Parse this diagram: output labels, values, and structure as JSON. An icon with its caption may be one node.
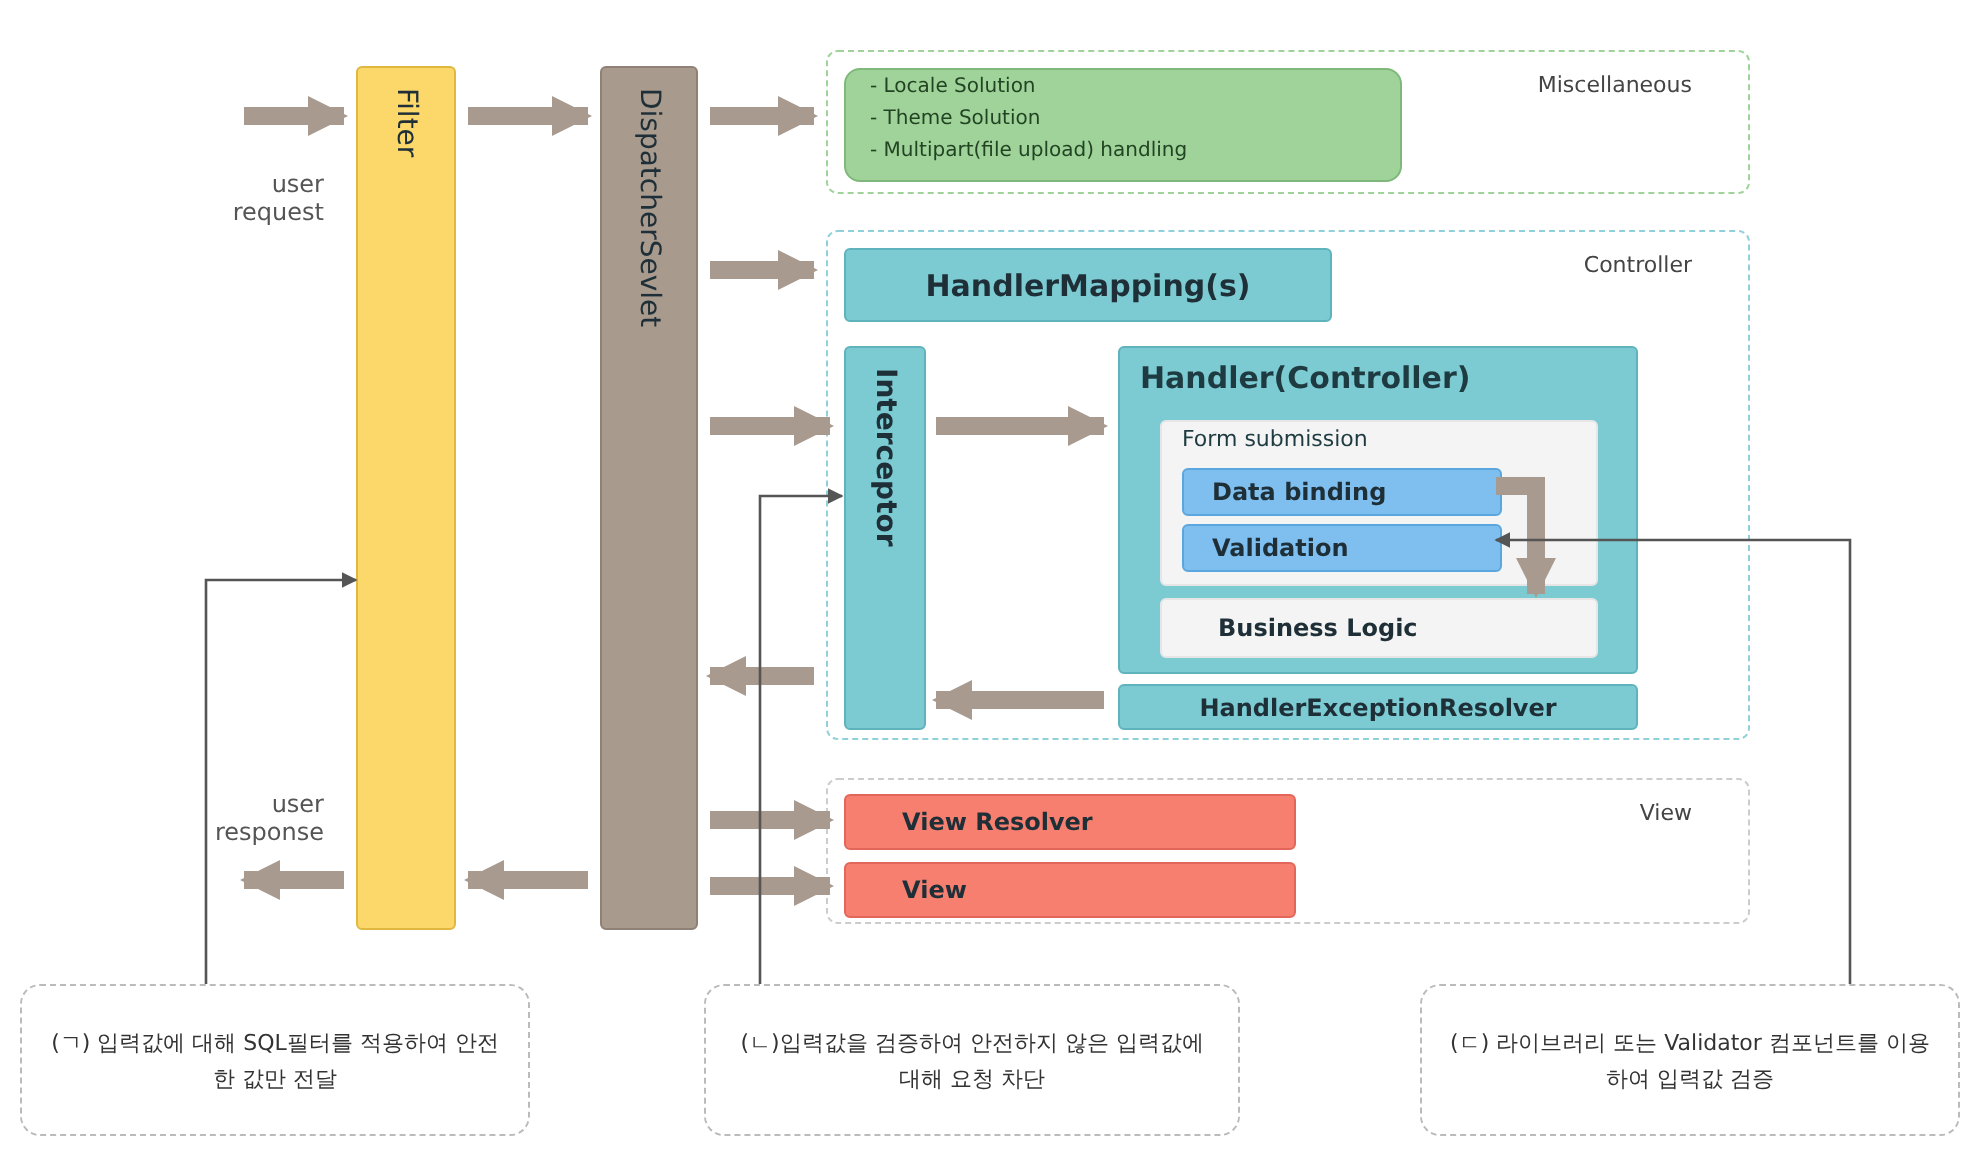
{
  "diagram": {
    "nodes": [
      {
        "text": [
          "Filter"
        ]
      },
      {
        "text": [
          "DispatcherSevlet"
        ]
      },
      {
        "text": [
          "Miscellaneous"
        ]
      },
      {
        "text": [
          "- Locale Solution",
          "- Theme Solution",
          "- Multipart(file upload) handling"
        ],
        "in": 2
      },
      {
        "text": [
          "Controller"
        ]
      },
      {
        "text": [
          "HandlerMapping(s)"
        ],
        "in": 4
      },
      {
        "text": [
          "Interceptor"
        ],
        "in": 4
      },
      {
        "text": [
          "Handler(Controller)"
        ],
        "in": 4
      },
      {
        "text": [
          "Form submission"
        ],
        "in": 7
      },
      {
        "text": [
          "Data binding"
        ],
        "in": 8
      },
      {
        "text": [
          "Validation"
        ],
        "in": 8
      },
      {
        "text": [
          "Business Logic"
        ],
        "in": 7
      },
      {
        "text": [
          "HandlerExceptionResolver"
        ],
        "in": 4
      },
      {
        "text": [
          "View"
        ]
      },
      {
        "text": [
          "View Resolver"
        ],
        "in": 13
      },
      {
        "text": [
          "View"
        ],
        "in": 13
      },
      {
        "text": [
          "(ㄱ) 입력값에 대해 SQL필터를 적용하여 안전한 값만 전달"
        ]
      },
      {
        "text": [
          "(ㄴ)입력값을 검증하여 안전하지 않은 입력값에 대해 요청 차단"
        ]
      },
      {
        "text": [
          "(ㄷ) 라이브러리 또는 Validator 컴포넌트를 이용하여 입력값 검증"
        ]
      },
      {
        "text": [
          "user response"
        ]
      }
    ],
    "edges": [
      {
        "from": null,
        "to": 0,
        "arrow": "to"
      },
      {
        "from": 0,
        "to": 1,
        "arrow": "to"
      },
      {
        "from": 1,
        "to": 2,
        "arrow": "to"
      },
      {
        "from": 1,
        "to": 4,
        "arrow": "to"
      },
      {
        "from": 1,
        "to": 6,
        "arrow": "to"
      },
      {
        "from": 6,
        "to": 7,
        "arrow": "to"
      },
      {
        "from": 9,
        "to": 11,
        "arrow": "to"
      },
      {
        "from": 4,
        "to": 1,
        "arrow": "to"
      },
      {
        "from": 12,
        "to": 6,
        "arrow": "to"
      },
      {
        "from": 1,
        "to": 14,
        "arrow": "to"
      },
      {
        "from": 1,
        "to": 15,
        "arrow": "to"
      },
      {
        "from": 1,
        "to": 0,
        "arrow": "to"
      },
      {
        "from": 0,
        "to": 19,
        "arrow": "to"
      },
      {
        "from": 16,
        "to": 0,
        "arrow": "to",
        "color": "#555555"
      },
      {
        "from": 17,
        "to": 6,
        "arrow": "to",
        "color": "#555555"
      },
      {
        "from": 18,
        "to": 10,
        "arrow": "to",
        "color": "#555555"
      }
    ],
    "labels": [
      "user request"
    ]
  }
}
